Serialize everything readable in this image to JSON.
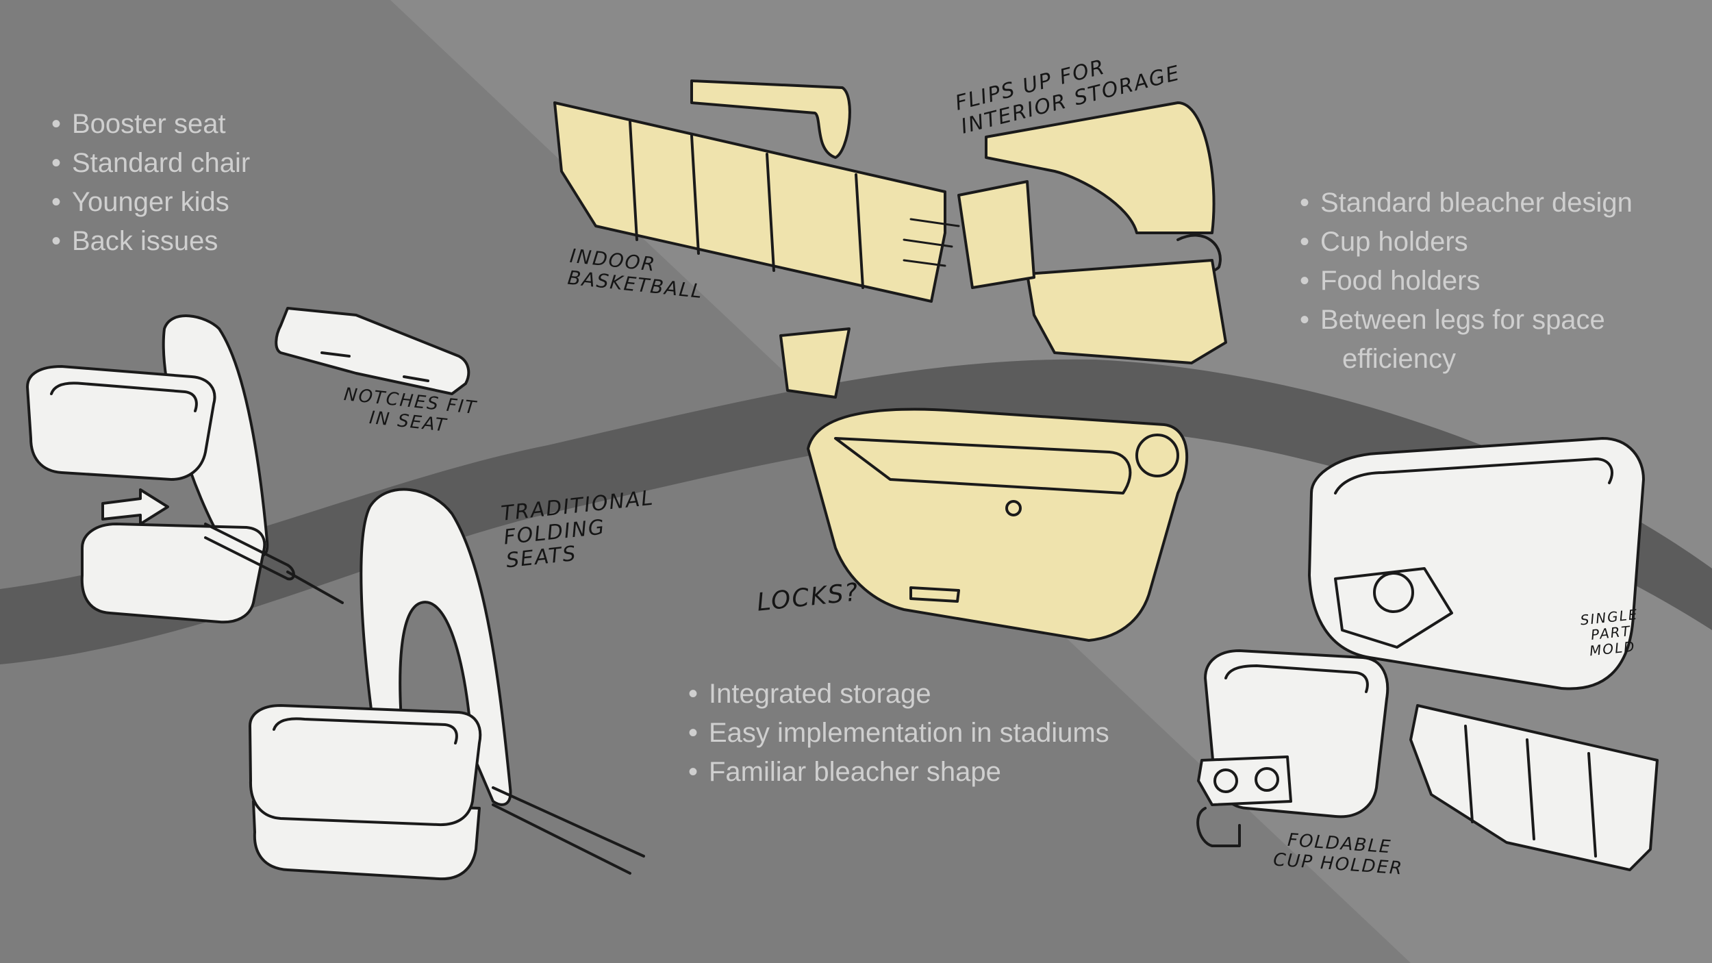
{
  "colors": {
    "background": "#7d7d7d",
    "diagonal_band": "#8a8a8a",
    "wave_band": "#5c5c5c",
    "bullet_text": "#cfcfcf",
    "sketch_line": "#1a1a1a",
    "sketch_fill": "#f2f2f0",
    "highlight_yellow": "#efe3ad"
  },
  "bullets_left": [
    "Booster seat",
    "Standard chair",
    "Younger kids",
    "Back issues"
  ],
  "bullets_right": [
    "Standard bleacher design",
    "Cup holders",
    "Food holders",
    "Between legs for space",
    "efficiency"
  ],
  "bullets_center": [
    "Integrated storage",
    "Easy implementation in stadiums",
    "Familiar bleacher shape"
  ],
  "notes": {
    "indoor": "Indoor\nbasketball",
    "flips": "Flips up for\ninterior storage",
    "notches": "Notches fit\nin seat",
    "traditional": "Traditional\nfolding\nseats",
    "locks": "Locks?",
    "single_part": "Single\npart\nmold",
    "foldable": "Foldable\ncup holder"
  }
}
